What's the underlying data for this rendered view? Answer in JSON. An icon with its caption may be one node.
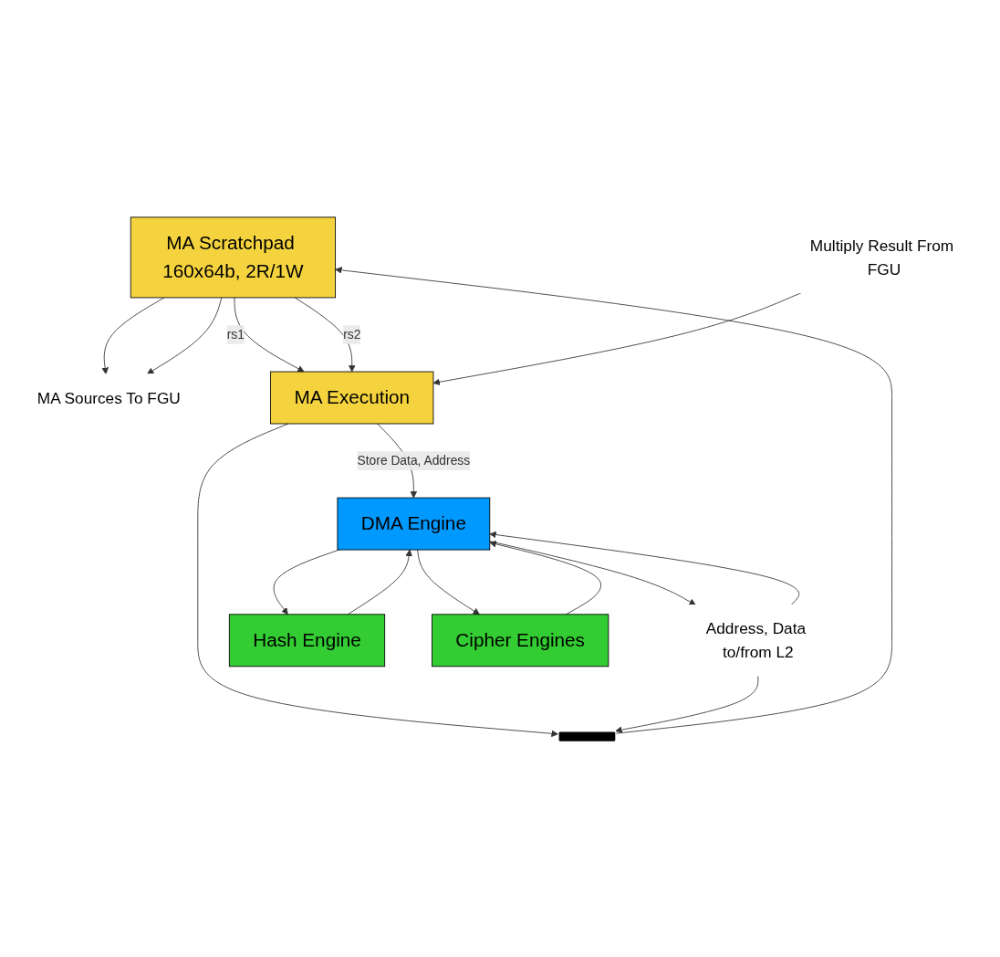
{
  "diagram": {
    "nodes": [
      {
        "text": [
          "MA Scratchpad 160x64b, 2R/1W"
        ]
      },
      {
        "text": [
          "MA Sources To FGU"
        ]
      },
      {
        "text": [
          "Multiply Result From FGU"
        ]
      },
      {
        "text": [
          "MA Execution"
        ]
      },
      {
        "text": [
          "DMA Engine"
        ]
      },
      {
        "text": [
          "Address, Data to/from L2"
        ]
      },
      {
        "text": [
          "Hash Engine"
        ]
      },
      {
        "text": [
          "Cipher Engines"
        ]
      },
      {
        "text": [],
        "shape": "bar"
      }
    ],
    "edges": [
      {
        "from": 0,
        "to": 1,
        "arrow": "to"
      },
      {
        "from": 0,
        "to": 1,
        "arrow": "to"
      },
      {
        "from": 0,
        "to": 3,
        "label": "rs1",
        "arrow": "to"
      },
      {
        "from": 0,
        "to": 3,
        "label": "rs2",
        "arrow": "to"
      },
      {
        "from": 2,
        "to": 3,
        "arrow": "to"
      },
      {
        "from": 3,
        "to": 4,
        "label": "Store Data, Address",
        "arrow": "to"
      },
      {
        "from": 3,
        "to": 8,
        "arrow": "to"
      },
      {
        "from": 5,
        "to": 8,
        "arrow": "to"
      },
      {
        "from": 8,
        "to": 0,
        "arrow": "to"
      },
      {
        "from": 5,
        "to": 4,
        "arrow": "to"
      },
      {
        "from": 4,
        "to": 5,
        "arrow": "to"
      },
      {
        "from": 4,
        "to": 6,
        "arrow": "to"
      },
      {
        "from": 6,
        "to": 4,
        "arrow": "to"
      },
      {
        "from": 4,
        "to": 7,
        "arrow": "to"
      },
      {
        "from": 7,
        "to": 4,
        "arrow": "to"
      }
    ]
  }
}
